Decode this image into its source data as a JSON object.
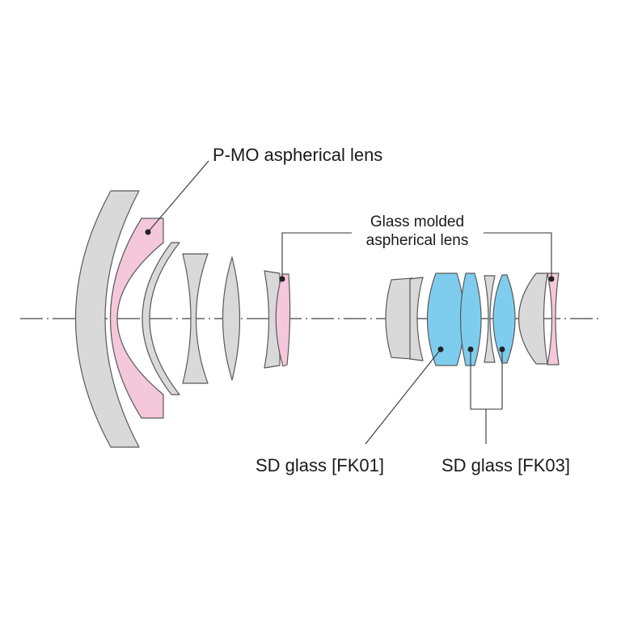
{
  "labels": {
    "pmo": "P-MO aspherical lens",
    "glass_molded_line1": "Glass molded",
    "glass_molded_line2": "aspherical lens",
    "sd_fk01_prefix": "SD glass ",
    "sd_fk01_code": "[FK01]",
    "sd_fk03_prefix": "SD glass ",
    "sd_fk03_code": "[FK03]"
  },
  "colors": {
    "standard_glass": "#d9d9d9",
    "aspherical": "#f4c7db",
    "sd_glass": "#7fcdee"
  }
}
